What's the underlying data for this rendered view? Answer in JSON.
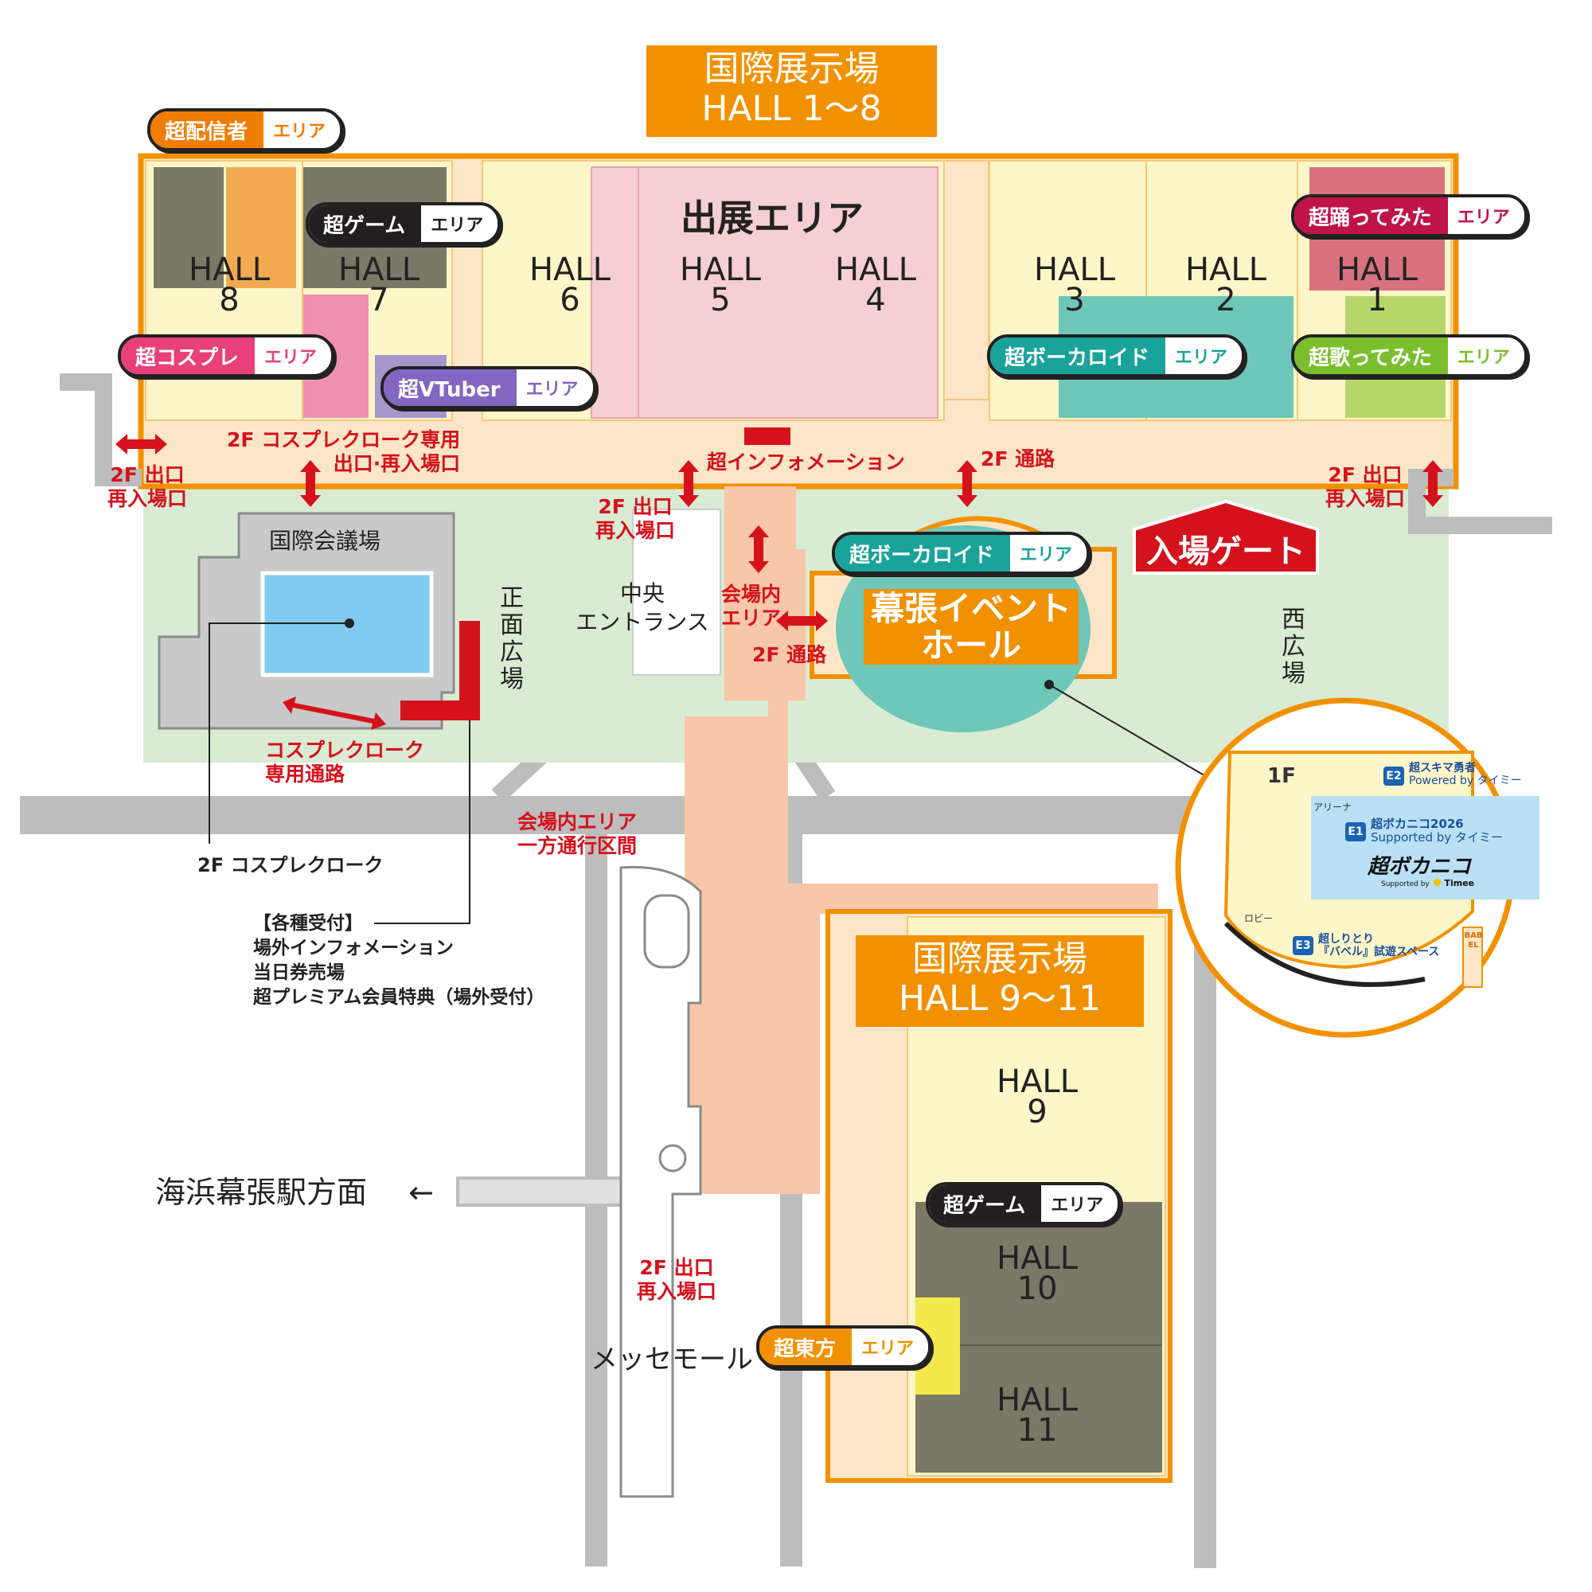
{
  "colors": {
    "orange": "#f29100",
    "hall_fill": "#fdf6c8",
    "corridor": "#fde6c7",
    "green": "#d9ebd3",
    "pink": "#f5cfd2",
    "road": "#bdbdbd",
    "red": "#d5121c",
    "teal": "#6ec7b8",
    "dark": "#7a7866"
  },
  "titles": {
    "hall_1_8_line1": "国際展示場",
    "hall_1_8_line2": "HALL 1〜8",
    "hall_9_11_line1": "国際展示場",
    "hall_9_11_line2": "HALL 9〜11",
    "exhibit_area": "出展エリア",
    "event_hall_line1": "幕張イベント",
    "event_hall_line2": "ホール",
    "entry_gate": "入場ゲート"
  },
  "halls": [
    {
      "id": "8",
      "line1": "HALL",
      "line2": "8"
    },
    {
      "id": "7",
      "line1": "HALL",
      "line2": "7"
    },
    {
      "id": "6",
      "line1": "HALL",
      "line2": "6"
    },
    {
      "id": "5",
      "line1": "HALL",
      "line2": "5"
    },
    {
      "id": "4",
      "line1": "HALL",
      "line2": "4"
    },
    {
      "id": "3",
      "line1": "HALL",
      "line2": "3"
    },
    {
      "id": "2",
      "line1": "HALL",
      "line2": "2"
    },
    {
      "id": "1",
      "line1": "HALL",
      "line2": "1"
    },
    {
      "id": "9",
      "line1": "HALL",
      "line2": "9"
    },
    {
      "id": "10",
      "line1": "HALL",
      "line2": "10"
    },
    {
      "id": "11",
      "line1": "HALL",
      "line2": "11"
    }
  ],
  "badges": [
    {
      "id": "haishinsha",
      "main": "超配信者",
      "sub": "エリア",
      "color": "#f07d00"
    },
    {
      "id": "game_top",
      "main": "超ゲーム",
      "sub": "エリア",
      "color": "#231f20"
    },
    {
      "id": "cosplay",
      "main": "超コスプレ",
      "sub": "エリア",
      "color": "#e8407a"
    },
    {
      "id": "vtuber",
      "main": "超VTuber",
      "sub": "エリア",
      "color": "#8266c1"
    },
    {
      "id": "odottemita",
      "main": "超踊ってみた",
      "sub": "エリア",
      "color": "#c0134a"
    },
    {
      "id": "vocaloid_top",
      "main": "超ボーカロイド",
      "sub": "エリア",
      "color": "#1aa39a"
    },
    {
      "id": "utattemita",
      "main": "超歌ってみた",
      "sub": "エリア",
      "color": "#7cbf2e"
    },
    {
      "id": "vocaloid_hall",
      "main": "超ボーカロイド",
      "sub": "エリア",
      "color": "#1aa39a"
    },
    {
      "id": "game_bottom",
      "main": "超ゲーム",
      "sub": "エリア",
      "color": "#231f20"
    },
    {
      "id": "touhou",
      "main": "超東方",
      "sub": "エリア",
      "color": "#f29100"
    }
  ],
  "labels": {
    "exit_left_1": "2F 出口",
    "exit_left_2": "再入場口",
    "cloak_exit_1": "2F コスプレクローク専用",
    "cloak_exit_2": "出口·再入場口",
    "super_info": "超インフォメーション",
    "passage_2f": "2F 通路",
    "exit_right_1": "2F 出口",
    "exit_right_2": "再入場口",
    "exit_center_1": "2F 出口",
    "exit_center_2": "再入場口",
    "intl_conf": "国際会議場",
    "front_plaza": "正面広場",
    "west_plaza": "西広場",
    "central_entrance_1": "中央",
    "central_entrance_2": "エントランス",
    "venue_area_1": "会場内",
    "venue_area_2": "エリア",
    "passage_2f_b": "2F 通路",
    "cloak_passage_1": "コスプレクローク",
    "cloak_passage_2": "専用通路",
    "oneway_1": "会場内エリア",
    "oneway_2": "一方通行区間",
    "cloak_2f": "2F コスプレクローク",
    "reception_1": "【各種受付】",
    "reception_2": "場外インフォメーション",
    "reception_3": "当日券売場",
    "reception_4": "超プレミアム会員特典（場外受付）",
    "station": "海浜幕張駅方面",
    "station_arrow": "←",
    "exit_mall_1": "2F 出口",
    "exit_mall_2": "再入場口",
    "messe_mall": "メッセモール"
  },
  "inset": {
    "floor": "1F",
    "arena": "アリーナ",
    "lobby": "ロビー",
    "e2_code": "E2",
    "e2_title": "超スキマ勇者",
    "e2_sub": "Powered by タイミー",
    "e1_code": "E1",
    "e1_title": "超ボカニコ2026",
    "e1_sub": "Supported by タイミー",
    "e1_logo": "超ボカニコ",
    "e1_logo_sub": "Supported by",
    "e1_logo_brand": "Timee",
    "e3_code": "E3",
    "e3_title": "超しりとり",
    "e3_sub": "『バベル』試遊スペース",
    "babel": "BABEL"
  }
}
